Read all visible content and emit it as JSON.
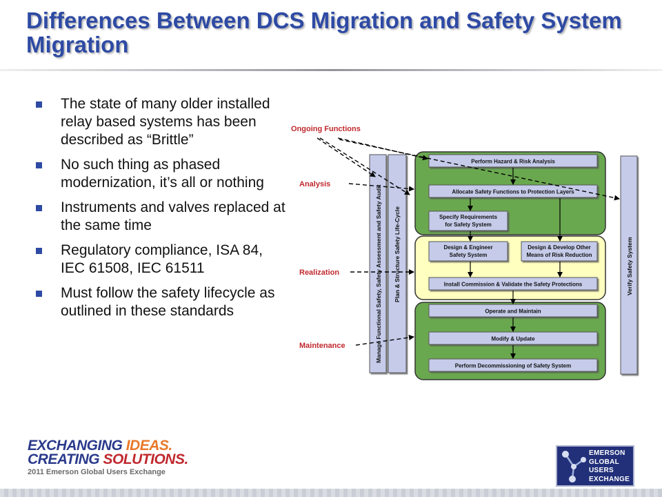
{
  "slide": {
    "title": "Differences Between DCS Migration and Safety System Migration",
    "bullets": [
      "The state of many older installed relay based systems has been described as “Brittle”",
      "No such thing as phased modernization, it’s all or nothing",
      "Instruments and valves replaced at the same time",
      "Regulatory compliance, ISA 84, IEC 61508, IEC 61511",
      "Must follow the safety lifecycle as outlined in these standards"
    ]
  },
  "diagram": {
    "labels": {
      "ongoing": "Ongoing Functions",
      "analysis": "Analysis",
      "realization": "Realization",
      "maintenance": "Maintenance"
    },
    "left_bar": "Manage Functional Safety, Safety Assessment and Safety Audit",
    "middle_bar": "Plan & Structure Safety Life-Cycle",
    "right_bar": "Verify Safety System",
    "boxes": {
      "hazard": "Perform Hazard & Risk Analysis",
      "allocate": "Allocate Safety Functions to Protection Layers",
      "specify_l1": "Specify Requirements",
      "specify_l2": "for Safety System",
      "design_l1": "Design & Engineer",
      "design_l2": "Safety System",
      "other_l1": "Design & Develop Other",
      "other_l2": "Means of Risk Reduction",
      "install": "Install Commission & Validate the Safety Protections",
      "operate": "Operate and Maintain",
      "modify": "Modify & Update",
      "decommission": "Perform Decommissioning of Safety System"
    },
    "colors": {
      "label_red": "#c0282d",
      "phase_green": "#6aa84f",
      "phase_yellow": "#ffffc0",
      "box_fill": "#c5cbe9"
    }
  },
  "footer": {
    "line1_a": "EXCHANGING ",
    "line1_b": "IDEAS.",
    "line2_a": "CREATING ",
    "line2_b": "SOLUTIONS.",
    "subtitle": "2011 Emerson Global Users Exchange",
    "logo": [
      "EMERSON",
      "GLOBAL",
      "USERS",
      "EXCHANGE"
    ]
  }
}
